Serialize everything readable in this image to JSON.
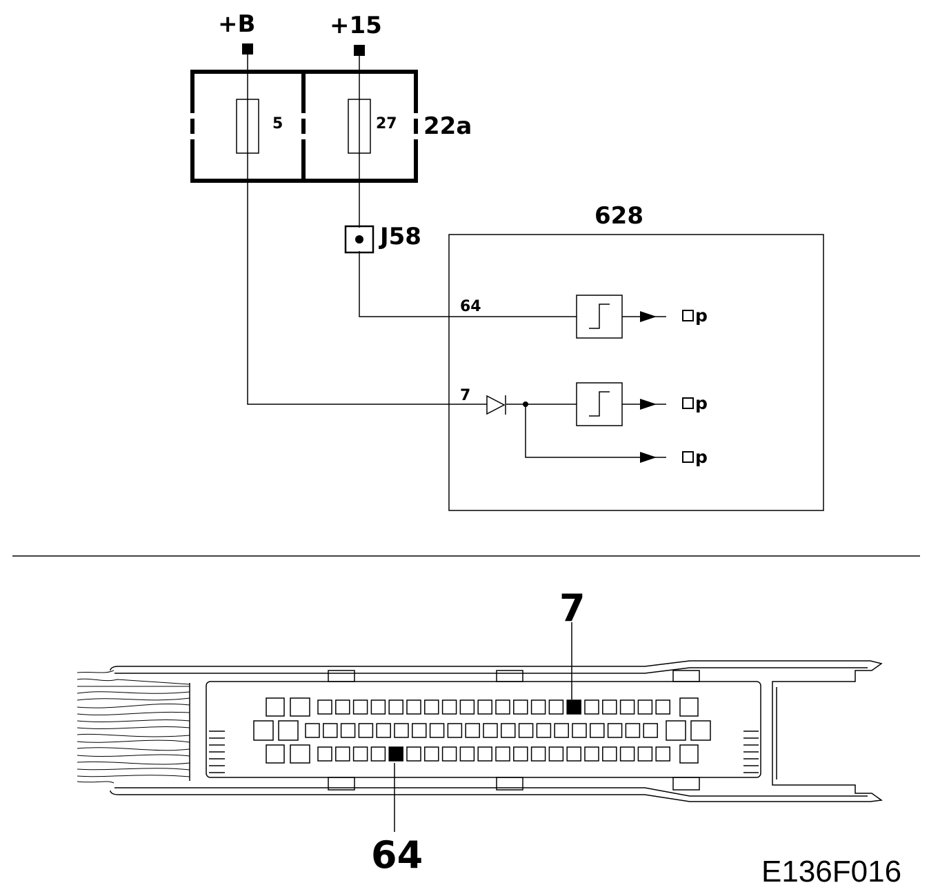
{
  "supplies": {
    "battery": "+B",
    "ignition": "+15"
  },
  "fuse_box": {
    "label": "22a",
    "fuse_a": "5",
    "fuse_b": "27"
  },
  "junction": {
    "label": "J58"
  },
  "ecu": {
    "label": "628",
    "pin_top": "64",
    "pin_bottom": "7",
    "output_1": "p",
    "output_2": "p",
    "output_3": "p"
  },
  "connector": {
    "pin_upper": "7",
    "pin_lower": "64"
  },
  "figure_code": "E136F016"
}
